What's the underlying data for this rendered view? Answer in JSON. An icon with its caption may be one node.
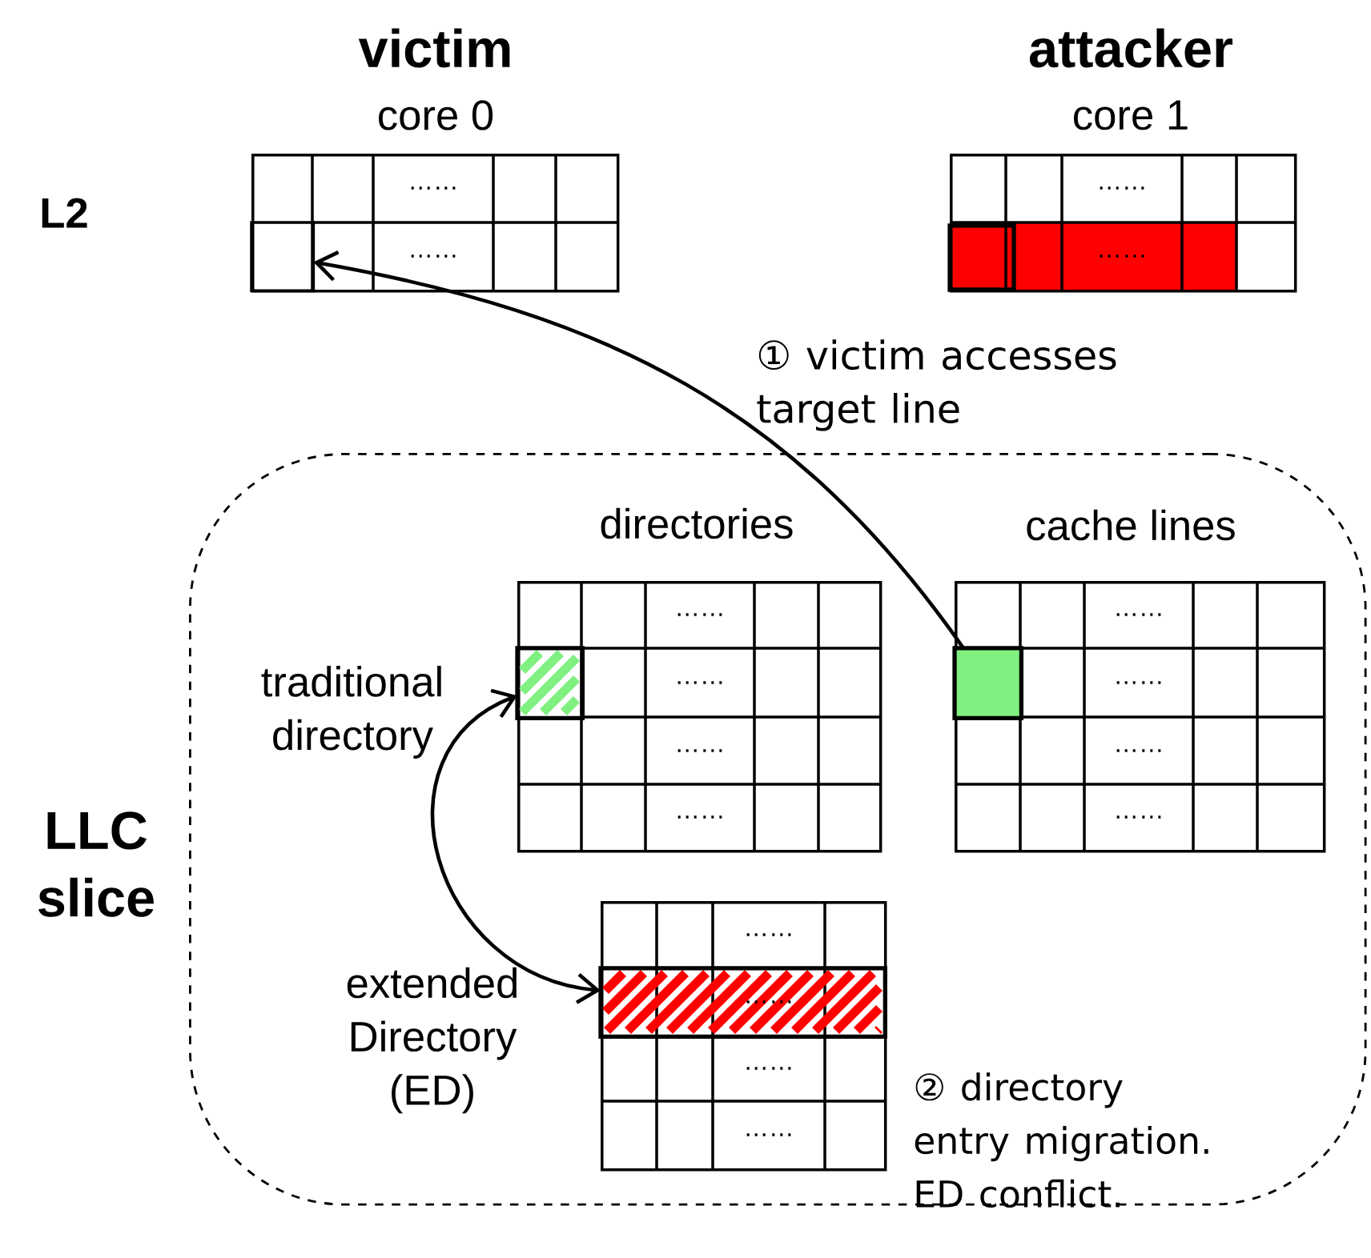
{
  "diagram": {
    "nodes": [
      {
        "text": [
          "victim",
          "core 0",
          "……",
          "……"
        ]
      },
      {
        "text": [],
        "shape": "box",
        "in": 0
      },
      {
        "text": [
          "attacker",
          "core 1",
          "……",
          "……"
        ]
      },
      {
        "text": [
          "LLC slice"
        ]
      },
      {
        "text": [
          "directories",
          "……",
          "……",
          "……",
          "……"
        ],
        "in": 3
      },
      {
        "text": [],
        "shape": "box",
        "in": 4,
        "beside": [
          "traditional directory"
        ]
      },
      {
        "text": [
          "cache lines",
          "……",
          "……",
          "……",
          "……"
        ],
        "in": 3
      },
      {
        "text": [],
        "shape": "box",
        "in": 6
      },
      {
        "text": [
          "……",
          "……",
          "……"
        ],
        "in": 3
      },
      {
        "text": [
          "……"
        ],
        "in": 8,
        "beside": [
          "extended Directory (ED)"
        ]
      }
    ],
    "edges": [
      {
        "from": 7,
        "to": 1,
        "arrow": "to",
        "label": "① victim accesses target line"
      },
      {
        "from": 5,
        "to": 9,
        "arrow": "both"
      }
    ],
    "labels": [
      "L2",
      "② directory entry migration. ED conflict."
    ]
  }
}
